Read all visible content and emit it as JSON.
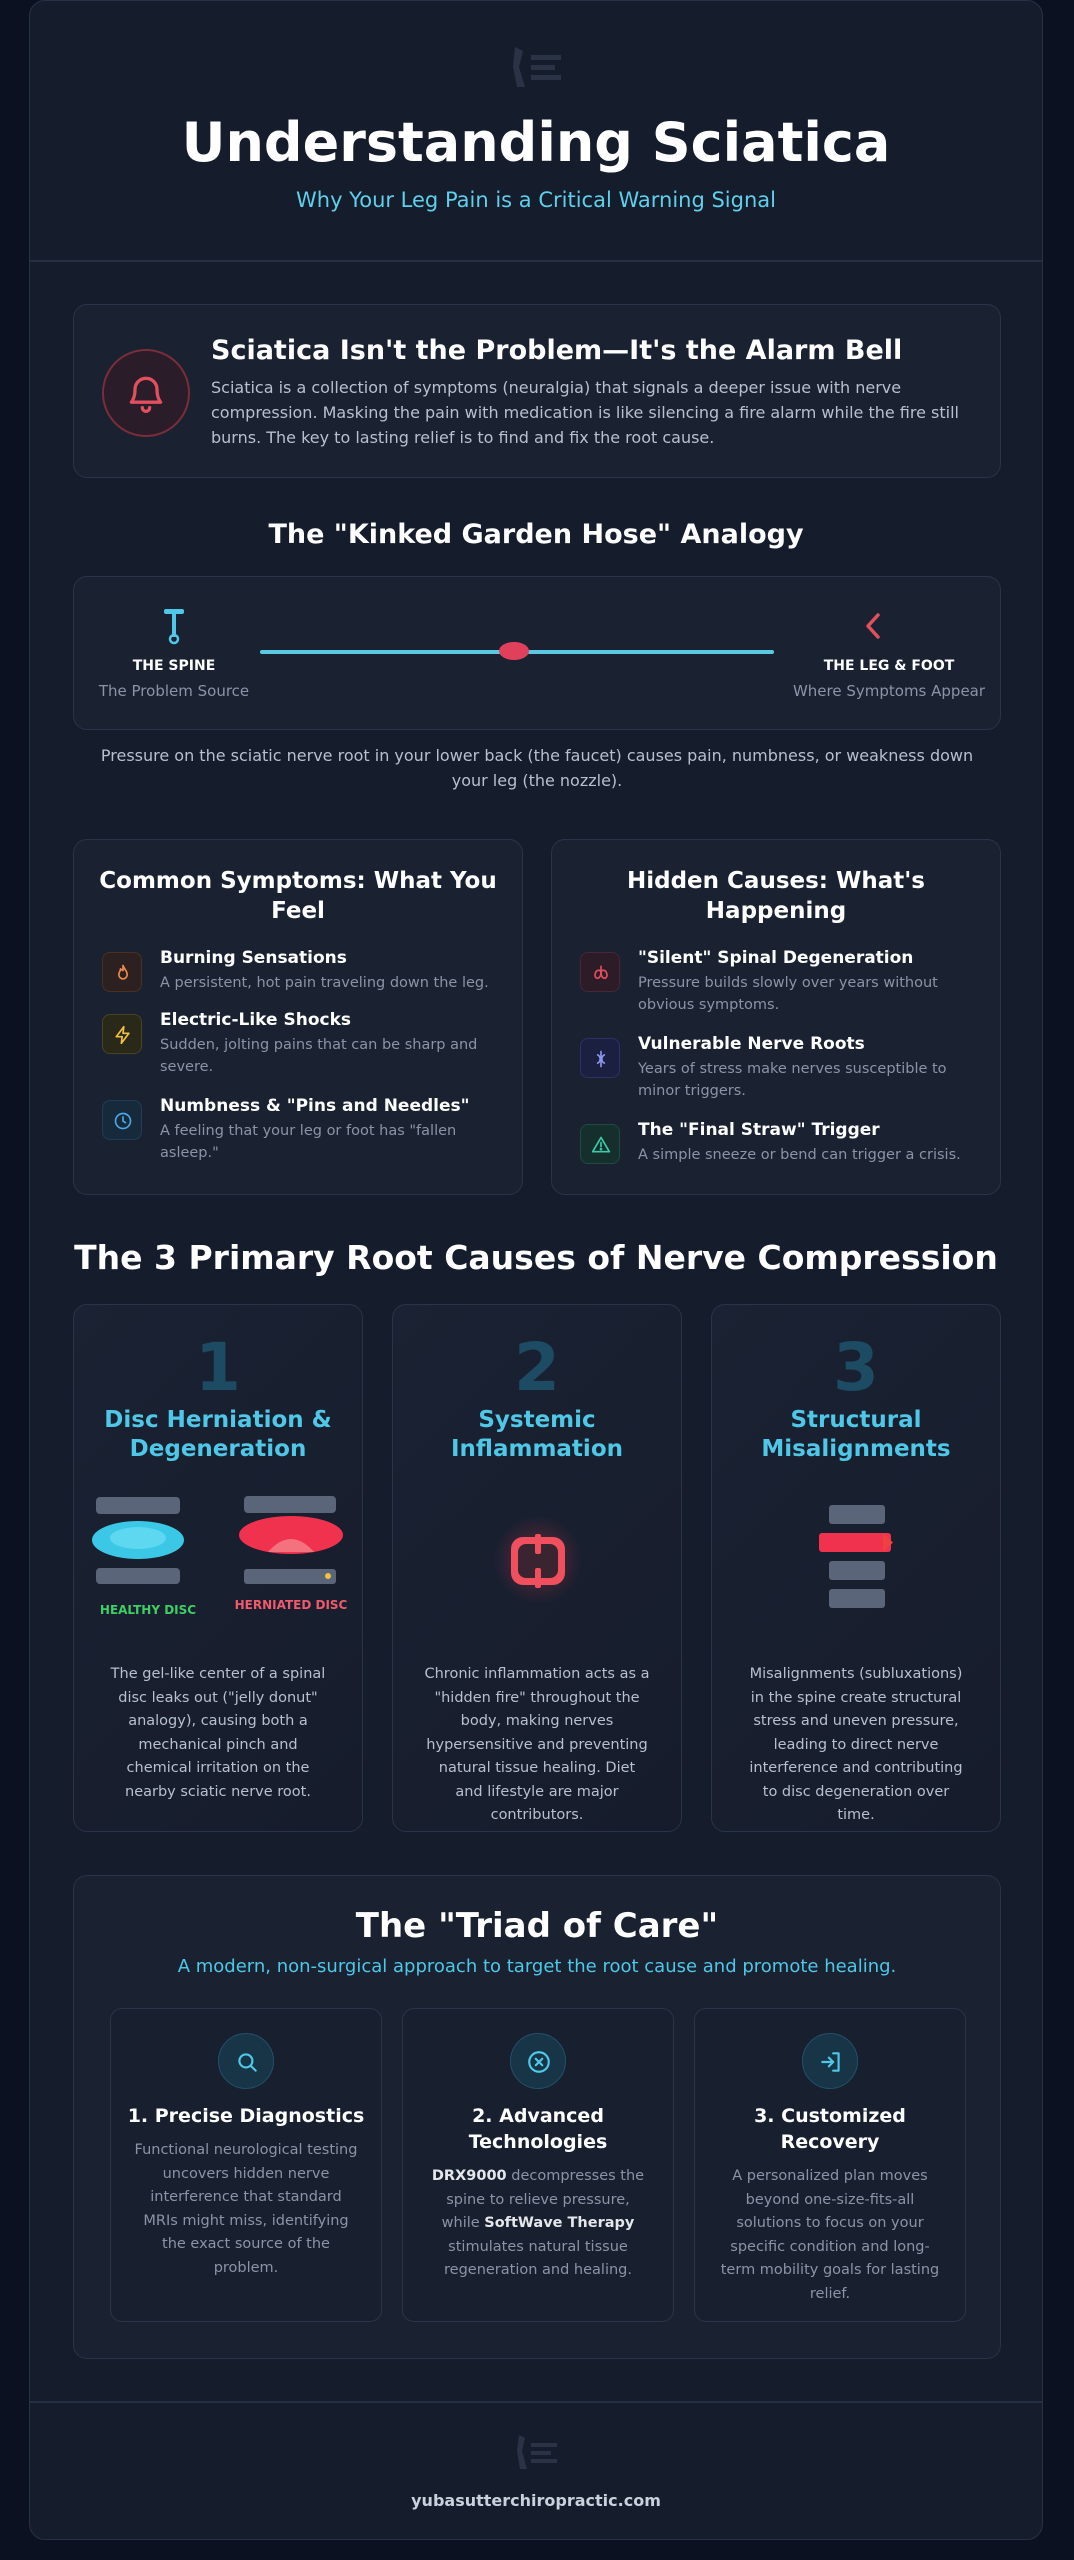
{
  "header": {
    "title": "Understanding Sciatica",
    "subtitle": "Why Your Leg Pain is a Critical Warning Signal"
  },
  "alarm": {
    "icon": "bell-icon",
    "heading": "Sciatica Isn't the Problem—It's the Alarm Bell",
    "body": "Sciatica is a collection of symptoms (neuralgia) that signals a deeper issue with nerve compression. Masking the pain with medication is like silencing a fire alarm while the fire still burns. The key to lasting relief is to find and fix the root cause."
  },
  "analogy": {
    "heading": "The \"Kinked Garden Hose\" Analogy",
    "left_label": "THE SPINE",
    "left_sub": "The Problem Source",
    "right_label": "THE LEG & FOOT",
    "right_sub": "Where Symptoms Appear",
    "note": "Pressure on the sciatic nerve root in your lower back (the faucet) causes pain, numbness, or weakness down your leg (the nozzle)."
  },
  "symptoms": {
    "heading": "Common Symptoms: What You Feel",
    "items": [
      {
        "title": "Burning Sensations",
        "desc": "A persistent, hot pain traveling down the leg.",
        "icon": "flame-icon"
      },
      {
        "title": "Electric-Like Shocks",
        "desc": "Sudden, jolting pains that can be sharp and severe.",
        "icon": "lightning-icon"
      },
      {
        "title": "Numbness & \"Pins and Needles\"",
        "desc": "A feeling that your leg or foot has \"fallen asleep.\"",
        "icon": "clock-icon"
      }
    ]
  },
  "causes_hidden": {
    "heading": "Hidden Causes: What's Happening",
    "items": [
      {
        "title": "\"Silent\" Spinal Degeneration",
        "desc": "Pressure builds slowly over years without obvious symptoms.",
        "icon": "lungs-icon"
      },
      {
        "title": "Vulnerable Nerve Roots",
        "desc": "Years of stress make nerves susceptible to minor triggers.",
        "icon": "nerve-icon"
      },
      {
        "title": "The \"Final Straw\" Trigger",
        "desc": "A simple sneeze or bend can trigger a crisis.",
        "icon": "warning-icon"
      }
    ]
  },
  "root_causes": {
    "heading": "The 3 Primary Root Causes of Nerve Compression",
    "items": [
      {
        "num": "1",
        "title": "Disc Herniation & Degeneration",
        "desc": "The gel-like center of a spinal disc leaks out (\"jelly donut\" analogy), causing both a mechanical pinch and chemical irritation on the nearby sciatic nerve root.",
        "label_a": "HEALTHY DISC",
        "label_b": "HERNIATED DISC"
      },
      {
        "num": "2",
        "title": "Systemic Inflammation",
        "desc": "Chronic inflammation acts as a \"hidden fire\" throughout the body, making nerves hypersensitive and preventing natural tissue healing. Diet and lifestyle are major contributors."
      },
      {
        "num": "3",
        "title": "Structural Misalignments",
        "desc": "Misalignments (subluxations) in the spine create structural stress and uneven pressure, leading to direct nerve interference and contributing to disc degeneration over time."
      }
    ]
  },
  "triad": {
    "heading": "The \"Triad of Care\"",
    "subheading": "A modern, non-surgical approach to target the root cause and promote healing.",
    "items": [
      {
        "title": "1. Precise Diagnostics",
        "desc": "Functional neurological testing uncovers hidden nerve interference that standard MRIs might miss, identifying the exact source of the problem.",
        "icon": "search-icon"
      },
      {
        "title": "2. Advanced Technologies",
        "drx": "DRX9000",
        "desc_a": " decompresses the spine to relieve pressure, while ",
        "softwave": "SoftWave Therapy",
        "desc_b": " stimulates natural tissue regeneration and healing.",
        "icon": "circle-x-icon"
      },
      {
        "title": "3. Customized Recovery",
        "desc": "A personalized plan moves beyond one-size-fits-all solutions to focus on your specific condition and long-term mobility goals for lasting relief.",
        "icon": "sign-in-icon"
      }
    ]
  },
  "footer": {
    "url": "yubasutterchiropractic.com"
  }
}
